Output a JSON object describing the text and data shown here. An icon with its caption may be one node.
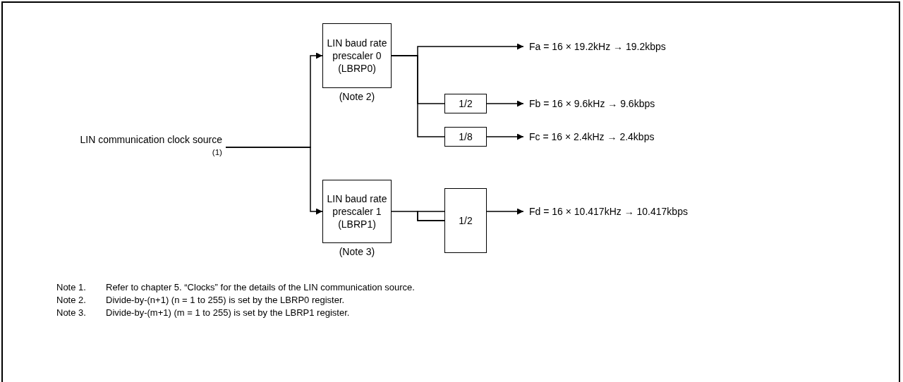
{
  "diagram": {
    "nodes": [
      {
        "text": [
          "LIN communication clock source $^{(1)}$"
        ]
      },
      {
        "text": [
          "LIN baud rate prescaler 0 (LBRP0)"
        ],
        "beside": [
          "(Note 2)"
        ]
      },
      {
        "text": [
          "LIN baud rate prescaler 1 (LBRP1)"
        ],
        "beside": [
          "(Note 3)"
        ]
      },
      {
        "text": [
          "1/2"
        ]
      },
      {
        "text": [
          "1/8"
        ]
      },
      {
        "text": [
          "1/2"
        ]
      },
      {
        "text": [
          "Fa = 16 × 19.2kHz → 19.2kbps"
        ]
      },
      {
        "text": [
          "Fb = 16 × 9.6kHz → 9.6kbps"
        ]
      },
      {
        "text": [
          "Fc = 16 × 2.4kHz → 2.4kbps"
        ]
      },
      {
        "text": [
          "Fd = 16 × 10.417kHz → 10.417kbps"
        ]
      }
    ],
    "edges": [
      {
        "from": 0,
        "to": 1,
        "arrow": "to"
      },
      {
        "from": 0,
        "to": 2,
        "arrow": "to"
      },
      {
        "from": 1,
        "to": 6,
        "arrow": "to"
      },
      {
        "from": 1,
        "to": 3,
        "arrow": "none"
      },
      {
        "from": 1,
        "to": 4,
        "arrow": "none"
      },
      {
        "from": 3,
        "to": 7,
        "arrow": "to"
      },
      {
        "from": 4,
        "to": 8,
        "arrow": "to"
      },
      {
        "from": 2,
        "to": 5,
        "arrow": "none"
      },
      {
        "from": 5,
        "to": 9,
        "arrow": "to"
      }
    ],
    "labels": [
      "Note 1.",
      "Refer to chapter 5. “Clocks” for the details of the LIN communication source.",
      "Note 2.",
      "Divide-by-(n+1) (n = 1 to 255) is set by the LBRP0 register.",
      "Note 3.",
      "Divide-by-(m+1) (m = 1 to 255) is set by the LBRP1 register."
    ]
  }
}
